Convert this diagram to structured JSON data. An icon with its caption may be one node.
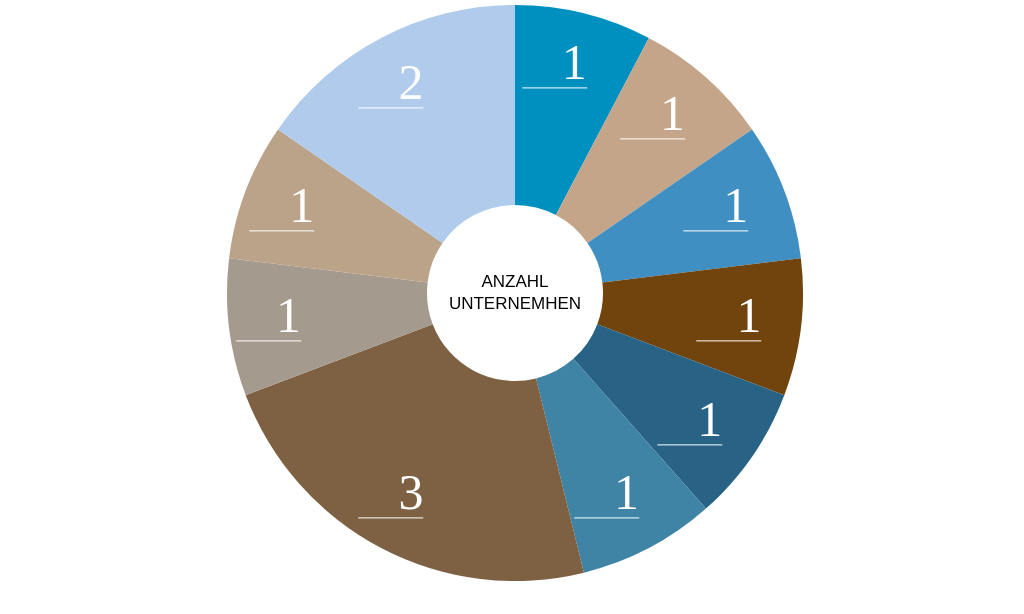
{
  "diagram": {
    "chart_data": {
      "type": "donut",
      "title": "ANZAHL UNTERNEMHEN",
      "categories": [
        null,
        null,
        null,
        null,
        null,
        null,
        null,
        null,
        null,
        null
      ],
      "series": [
        {
          "values": [
            1,
            1,
            1,
            1,
            1,
            1,
            3,
            1,
            1,
            2
          ]
        }
      ],
      "colors": [
        "#0090c0",
        "#c4a58a",
        "#3f8fc2",
        "#71440e",
        "#286285",
        "#3f83a5",
        "#7e6142",
        "#a59a8e",
        "#bba38a",
        "#b0cbeb"
      ],
      "data_labels": true
    }
  }
}
